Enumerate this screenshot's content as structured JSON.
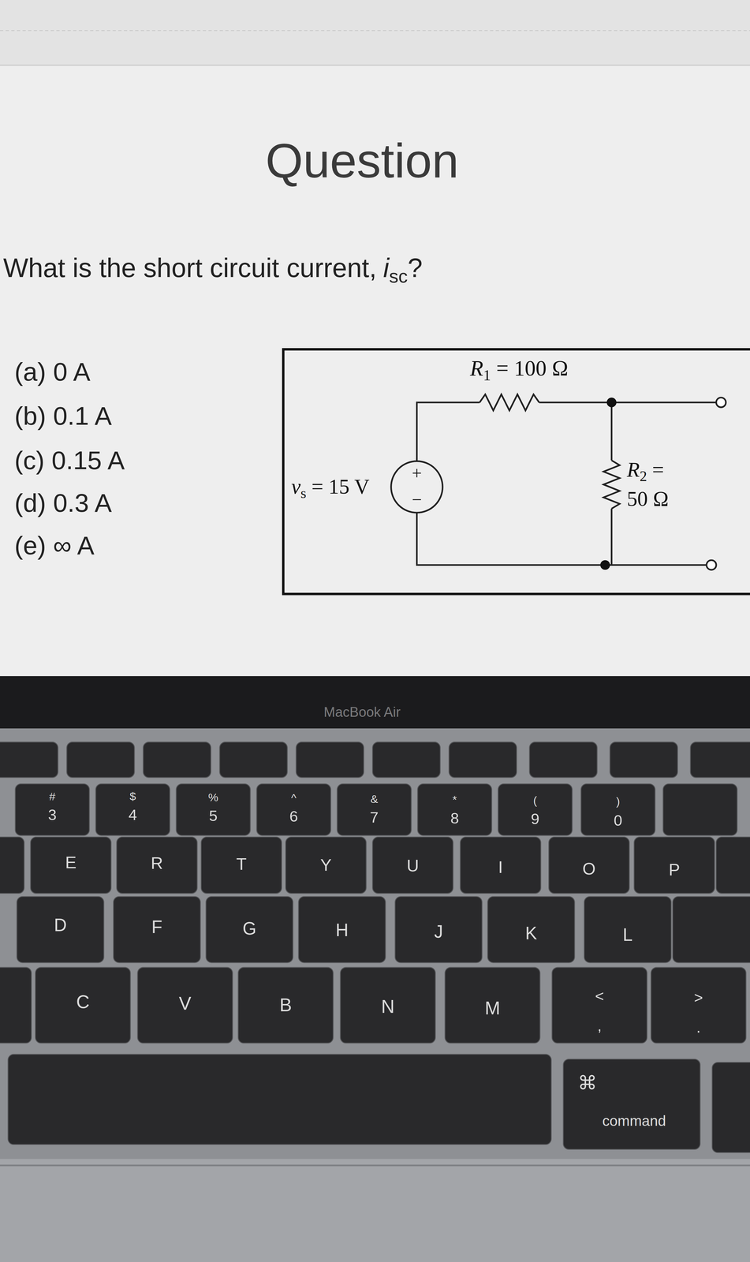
{
  "diagram": {
    "title": "Question",
    "labels": [
      "What is the short circuit current,",
      "i",
      "sc",
      "?",
      "(a) 0 A",
      "(b) 0.1 A",
      "(c) 0.15 A",
      "(d) 0.3 A",
      "(e) ∞ A",
      "R",
      "1",
      "= 100 Ω",
      "v",
      "s",
      "= 15 V",
      "+",
      "−",
      "R",
      "2",
      "=",
      "50 Ω",
      "MacBook Air",
      "#",
      "3",
      "$",
      "4",
      "%",
      "5",
      "^",
      "6",
      "&",
      "7",
      "*",
      "8",
      "(",
      "9",
      ")",
      "0",
      "E",
      "R",
      "T",
      "Y",
      "U",
      "I",
      "O",
      "P",
      "D",
      "F",
      "G",
      "H",
      "J",
      "K",
      "L",
      "C",
      "V",
      "B",
      "N",
      "M",
      "<",
      ",",
      ">",
      ".",
      "⌘",
      "command"
    ]
  }
}
